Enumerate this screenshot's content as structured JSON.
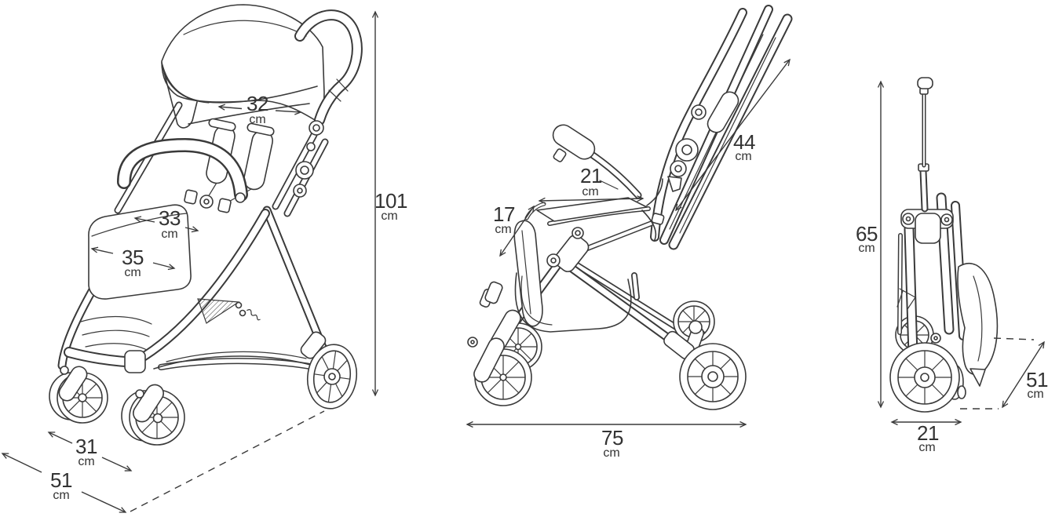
{
  "page": {
    "background": "#ffffff",
    "line_color": "#3a3a3a",
    "text_color": "#333333"
  },
  "icons": {
    "dimension_arrow": "double-headed-arrow",
    "brand_mark": "cursive-logo-squiggle"
  },
  "dims": {
    "front": {
      "seat_width": {
        "value": "32",
        "unit": "cm"
      },
      "footwell_width": {
        "value": "33",
        "unit": "cm"
      },
      "footmuff_width": {
        "value": "35",
        "unit": "cm"
      },
      "overall_height": {
        "value": "101",
        "unit": "cm"
      },
      "front_width": {
        "value": "31",
        "unit": "cm"
      },
      "depth": {
        "value": "51",
        "unit": "cm"
      }
    },
    "side": {
      "seat_depth": {
        "value": "21",
        "unit": "cm"
      },
      "bumper_bar": {
        "value": "17",
        "unit": "cm"
      },
      "backrest": {
        "value": "44",
        "unit": "cm"
      },
      "length": {
        "value": "75",
        "unit": "cm"
      }
    },
    "folded": {
      "height": {
        "value": "65",
        "unit": "cm"
      },
      "depth": {
        "value": "51",
        "unit": "cm"
      },
      "width": {
        "value": "21",
        "unit": "cm"
      }
    }
  }
}
